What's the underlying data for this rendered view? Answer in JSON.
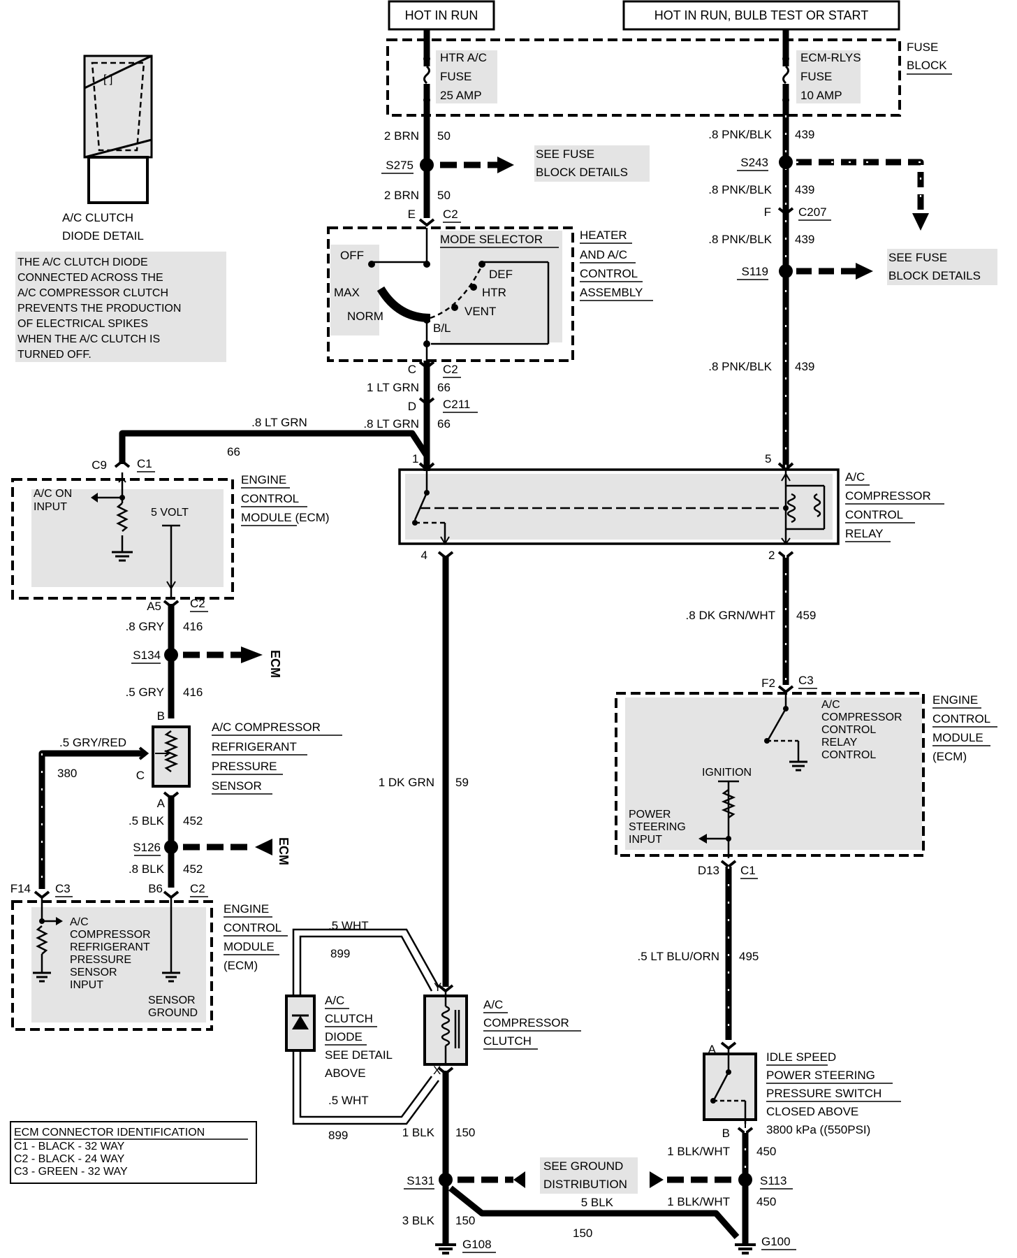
{
  "header": {
    "hot_in_run": "HOT IN RUN",
    "hot_in_run_bulb": "HOT IN RUN, BULB TEST OR START"
  },
  "fuse_block": {
    "label1": "FUSE",
    "label2": "BLOCK",
    "htr_fuse": [
      "HTR A/C",
      "FUSE",
      "25 AMP"
    ],
    "ecm_fuse": [
      "ECM-RLYS",
      "FUSE",
      "10 AMP"
    ]
  },
  "diode_detail": {
    "title1": "A/C CLUTCH",
    "title2": "DIODE DETAIL",
    "note": [
      "THE A/C CLUTCH DIODE",
      "CONNECTED ACROSS THE",
      "A/C COMPRESSOR CLUTCH",
      "PREVENTS THE PRODUCTION",
      "OF ELECTRICAL SPIKES",
      "WHEN THE A/C CLUTCH IS",
      "TURNED OFF."
    ]
  },
  "wires": {
    "brn_top": {
      "gauge": "2 BRN",
      "circuit": "50"
    },
    "brn_mid": {
      "gauge": "2 BRN",
      "circuit": "50"
    },
    "pnk1": {
      "gauge": ".8 PNK/BLK",
      "circuit": "439"
    },
    "pnk2": {
      "gauge": ".8 PNK/BLK",
      "circuit": "439"
    },
    "pnk3": {
      "gauge": ".8 PNK/BLK",
      "circuit": "439"
    },
    "pnk4": {
      "gauge": ".8 PNK/BLK",
      "circuit": "439"
    },
    "ltgrn1": {
      "gauge": "1 LT GRN",
      "circuit": "66"
    },
    "ltgrn2": {
      "gauge": ".8 LT GRN",
      "circuit": "66"
    },
    "ltgrn3": {
      "gauge": ".8 LT GRN",
      "circuit": "66"
    },
    "gry1": {
      "gauge": ".8 GRY",
      "circuit": "416"
    },
    "gry2": {
      "gauge": ".5 GRY",
      "circuit": "416"
    },
    "gryred": {
      "gauge": ".5 GRY/RED",
      "circuit": "380"
    },
    "blk452a": {
      "gauge": ".5 BLK",
      "circuit": "452"
    },
    "blk452b": {
      "gauge": ".8 BLK",
      "circuit": "452"
    },
    "dkgrn": {
      "gauge": "1 DK GRN",
      "circuit": "59"
    },
    "dkgrnwht": {
      "gauge": ".8 DK GRN/WHT",
      "circuit": "459"
    },
    "ltbluorn": {
      "gauge": ".5 LT BLU/ORN",
      "circuit": "495"
    },
    "wht1": {
      "gauge": ".5 WHT",
      "circuit": "899"
    },
    "wht2": {
      "gauge": ".5 WHT",
      "circuit": "899"
    },
    "blk150a": {
      "gauge": "1 BLK",
      "circuit": "150"
    },
    "blk150b": {
      "gauge": "3 BLK",
      "circuit": "150"
    },
    "blk150c": {
      "gauge": "5 BLK",
      "circuit": "150"
    },
    "blkwht1": {
      "gauge": "1 BLK/WHT",
      "circuit": "450"
    },
    "blkwht2": {
      "gauge": "1 BLK/WHT",
      "circuit": "450"
    }
  },
  "splices": {
    "s275": "S275",
    "s243": "S243",
    "s119": "S119",
    "s134": "S134",
    "s126": "S126",
    "s131": "S131",
    "s113": "S113"
  },
  "see_fuse_1": [
    "SEE FUSE",
    "BLOCK DETAILS"
  ],
  "see_fuse_2": [
    "SEE FUSE",
    "BLOCK DETAILS"
  ],
  "see_ground": [
    "SEE GROUND",
    "DISTRIBUTION"
  ],
  "ecm_word": "ECM",
  "connectors": {
    "c2_e": {
      "pin": "E",
      "name": "C2"
    },
    "c207": {
      "pin": "F",
      "name": "C207"
    },
    "c2_c": {
      "pin": "C",
      "name": "C2"
    },
    "c211": {
      "pin": "D",
      "name": "C211"
    },
    "c1_c9": {
      "pin": "C9",
      "name": "C1"
    },
    "c2_a5": {
      "pin": "A5",
      "name": "C2"
    },
    "c3_f2": {
      "pin": "F2",
      "name": "C3"
    },
    "c1_d13": {
      "pin": "D13",
      "name": "C1"
    },
    "c3_f14": {
      "pin": "F14",
      "name": "C3"
    },
    "c2_b6": {
      "pin": "B6",
      "name": "C2"
    },
    "relay_pin1": "1",
    "relay_pin5": "5",
    "relay_pin4": "4",
    "relay_pin2": "2",
    "sensor_b": "B",
    "sensor_c": "C",
    "sensor_a": "A",
    "clutch_y": "Y",
    "clutch_x": "X",
    "switch_a": "A",
    "switch_b": "B"
  },
  "heater_control": {
    "title": [
      "HEATER",
      "AND A/C",
      "CONTROL",
      "ASSEMBLY"
    ],
    "mode_selector": "MODE SELECTOR",
    "positions": {
      "off": "OFF",
      "max": "MAX",
      "norm": "NORM",
      "bl": "B/L",
      "def": "DEF",
      "htr": "HTR",
      "vent": "VENT"
    }
  },
  "ecm1": {
    "title": [
      "ENGINE",
      "CONTROL",
      "MODULE (ECM)"
    ],
    "ac_on": [
      "A/C ON",
      "INPUT"
    ],
    "five_volt": "5 VOLT"
  },
  "relay": {
    "title": [
      "A/C",
      "COMPRESSOR",
      "CONTROL",
      "RELAY"
    ]
  },
  "ecm2": {
    "title": [
      "ENGINE",
      "CONTROL",
      "MODULE",
      "(ECM)"
    ],
    "relay_control": [
      "A/C",
      "COMPRESSOR",
      "CONTROL",
      "RELAY",
      "CONTROL"
    ],
    "ignition": "IGNITION",
    "ps_input": [
      "POWER",
      "STEERING",
      "INPUT"
    ]
  },
  "sensor": {
    "title": [
      "A/C COMPRESSOR",
      "REFRIGERANT",
      "PRESSURE",
      "SENSOR"
    ]
  },
  "ecm3": {
    "title": [
      "ENGINE",
      "CONTROL",
      "MODULE",
      "(ECM)"
    ],
    "input": [
      "A/C",
      "COMPRESSOR",
      "REFRIGERANT",
      "PRESSURE",
      "SENSOR",
      "INPUT"
    ],
    "sensor_ground": [
      "SENSOR",
      "GROUND"
    ]
  },
  "diode": {
    "title": [
      "A/C",
      "CLUTCH",
      "DIODE",
      "SEE DETAIL",
      "ABOVE"
    ]
  },
  "clutch": {
    "title": [
      "A/C",
      "COMPRESSOR",
      "CLUTCH"
    ]
  },
  "switch": {
    "title": [
      "IDLE SPEED",
      "POWER STEERING",
      "PRESSURE SWITCH",
      "CLOSED ABOVE",
      "3800 kPa ((550PSI)"
    ]
  },
  "grounds": {
    "g108": "G108",
    "g100": "G100"
  },
  "ecm_id": {
    "title": "ECM CONNECTOR IDENTIFICATION",
    "rows": [
      "C1 - BLACK - 32 WAY",
      "C2 - BLACK - 24 WAY",
      "C3 - GREEN - 32 WAY"
    ]
  }
}
